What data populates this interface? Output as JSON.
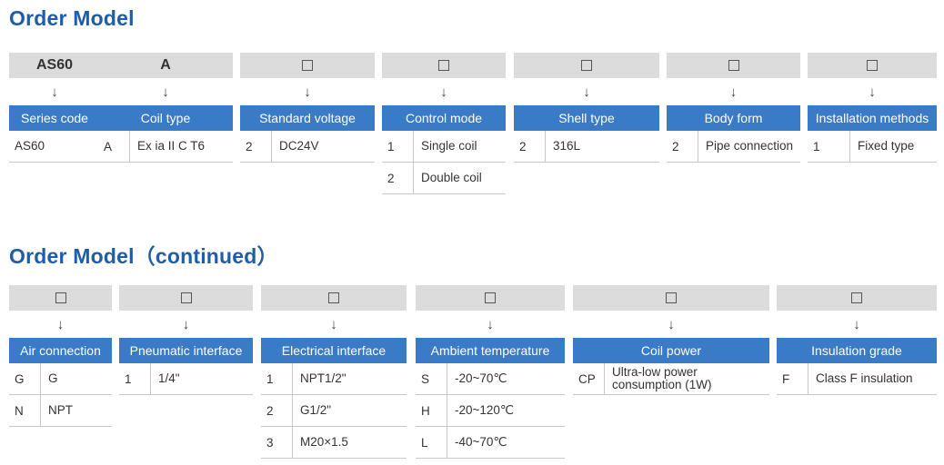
{
  "titles": {
    "first": "Order Model",
    "second": "Order Model（continued）"
  },
  "section1": [
    {
      "code": "AS60",
      "header": "Series code",
      "rows": [
        {
          "key": "",
          "value": "AS60"
        }
      ]
    },
    {
      "code": "A",
      "header": "Coil type",
      "rows": [
        {
          "key": "A",
          "value": "Ex ia II C T6"
        }
      ]
    },
    {
      "code": "□",
      "header": "Standard voltage",
      "rows": [
        {
          "key": "2",
          "value": "DC24V"
        }
      ]
    },
    {
      "code": "□",
      "header": "Control mode",
      "rows": [
        {
          "key": "1",
          "value": "Single coil"
        },
        {
          "key": "2",
          "value": "Double coil"
        }
      ]
    },
    {
      "code": "□",
      "header": "Shell type",
      "rows": [
        {
          "key": "2",
          "value": "316L"
        }
      ]
    },
    {
      "code": "□",
      "header": "Body form",
      "rows": [
        {
          "key": "2",
          "value": "Pipe connection"
        }
      ]
    },
    {
      "code": "□",
      "header": "Installation methods",
      "rows": [
        {
          "key": "1",
          "value": "Fixed type"
        }
      ]
    }
  ],
  "section2": [
    {
      "code": "□",
      "header": "Air connection",
      "rows": [
        {
          "key": "G",
          "value": "G"
        },
        {
          "key": "N",
          "value": "NPT"
        }
      ]
    },
    {
      "code": "□",
      "header": "Pneumatic interface",
      "rows": [
        {
          "key": "1",
          "value": "1/4\""
        }
      ]
    },
    {
      "code": "□",
      "header": "Electrical interface",
      "rows": [
        {
          "key": "1",
          "value": "NPT1/2\""
        },
        {
          "key": "2",
          "value": "G1/2\""
        },
        {
          "key": "3",
          "value": "M20×1.5"
        }
      ]
    },
    {
      "code": "□",
      "header": "Ambient temperature",
      "rows": [
        {
          "key": "S",
          "value": "-20~70℃"
        },
        {
          "key": "H",
          "value": "-20~120℃"
        },
        {
          "key": "L",
          "value": "-40~70℃"
        }
      ]
    },
    {
      "code": "□",
      "header": "Coil power",
      "rows": [
        {
          "key": "CP",
          "value": "Ultra-low power consumption (1W)"
        }
      ]
    },
    {
      "code": "□",
      "header": "Insulation grade",
      "rows": [
        {
          "key": "F",
          "value": "Class F insulation"
        }
      ]
    }
  ],
  "arrow_glyph": "↓",
  "colors": {
    "title": "#1f5da8",
    "header_bg": "#3a7bc8",
    "code_bg": "#dcdcdc"
  }
}
